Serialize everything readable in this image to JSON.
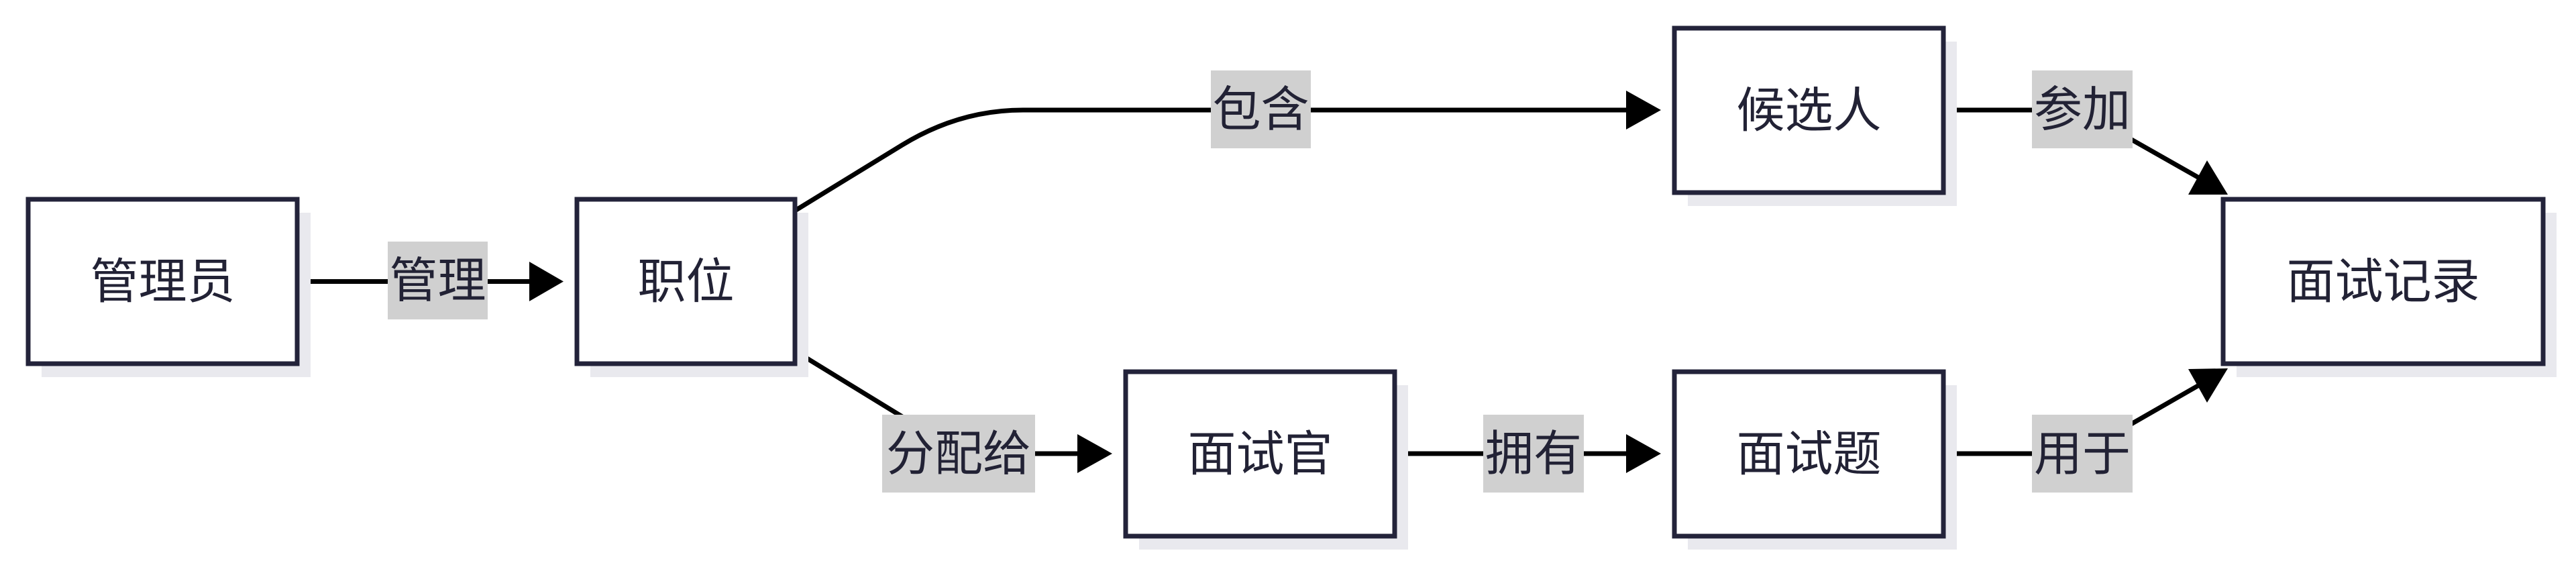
{
  "diagram": {
    "nodes": {
      "admin": "管理员",
      "position": "职位",
      "candidate": "候选人",
      "interviewer": "面试官",
      "question": "面试题",
      "record": "面试记录"
    },
    "edges": {
      "admin_to_position": "管理",
      "position_to_candidate": "包含",
      "position_to_interviewer": "分配给",
      "interviewer_to_question": "拥有",
      "candidate_to_record": "参加",
      "question_to_record": "用于"
    }
  },
  "colors": {
    "background": "#ffffff",
    "node_fill": "#ffffff",
    "node_border": "#23233a",
    "node_shadow": "#e9e9ee",
    "text": "#222235",
    "edge": "#000000",
    "edge_label_bg": "#d0d0d0"
  }
}
